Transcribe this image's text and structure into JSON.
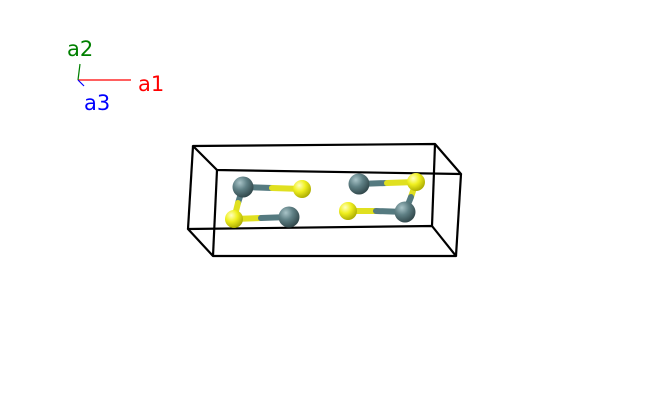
{
  "axes": {
    "a1": {
      "label": "a1",
      "color": "#ff0000"
    },
    "a2": {
      "label": "a2",
      "color": "#008000"
    },
    "a3": {
      "label": "a3",
      "color": "#0000ff"
    }
  },
  "cell": {
    "edge_color": "#000000"
  },
  "atoms": {
    "metal_color": "#5f8085",
    "chalcogen_color": "#f0f020",
    "bond_metal_color": "#557a80",
    "bond_chalcogen_color": "#e0e020"
  }
}
